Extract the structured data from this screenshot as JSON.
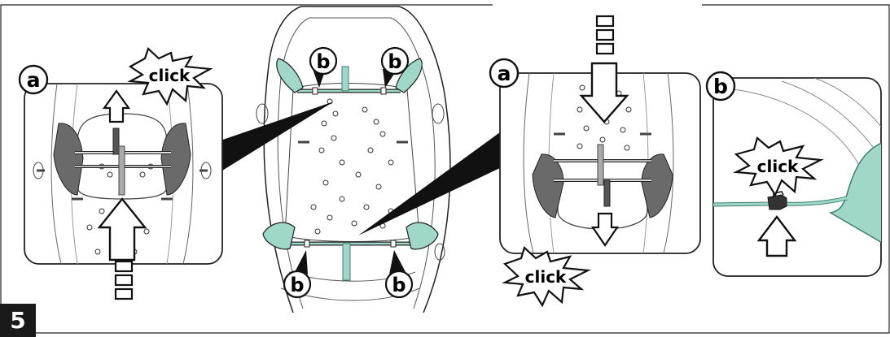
{
  "step_number": "5",
  "labels": {
    "a": "a",
    "b": "b",
    "click": "click"
  },
  "colors": {
    "accent": "#9fd8c9",
    "accent_stroke": "#3c7f70",
    "line": "#222222",
    "pad_dark": "#6a6a6a",
    "step_bg": "#1a1a1a"
  },
  "icons": [
    "arrow-up-icon",
    "arrow-down-icon",
    "click-burst-icon",
    "motion-squares-icon"
  ]
}
